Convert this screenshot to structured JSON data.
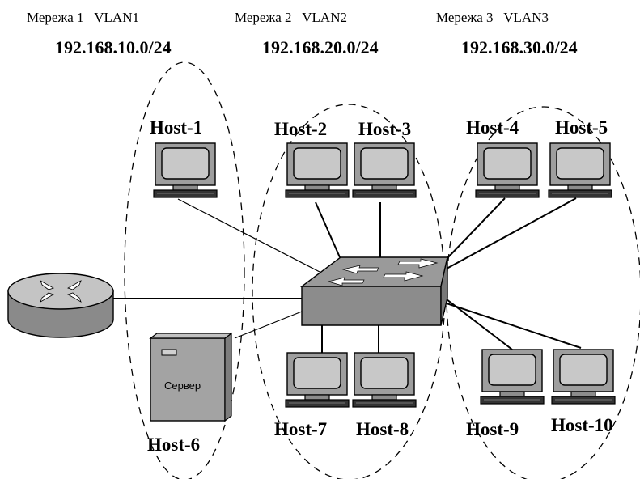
{
  "networks": [
    {
      "label": "Мережа 1   VLAN1",
      "subnet": "192.168.10.0/24"
    },
    {
      "label": "Мережа 2   VLAN2",
      "subnet": "192.168.20.0/24"
    },
    {
      "label": "Мережа 3   VLAN3",
      "subnet": "192.168.30.0/24"
    }
  ],
  "hosts": {
    "h1": "Host-1",
    "h2": "Host-2",
    "h3": "Host-3",
    "h4": "Host-4",
    "h5": "Host-5",
    "h6": "Host-6",
    "h7": "Host-7",
    "h8": "Host-8",
    "h9": "Host-9",
    "h10": "Host-10"
  },
  "server": {
    "label": "Сервер"
  },
  "colors": {
    "monitor_body": "#a9a9a9",
    "screen": "#c8c8c8",
    "switch_top": "#9a9a9a",
    "router_top": "#bdbdbd"
  }
}
